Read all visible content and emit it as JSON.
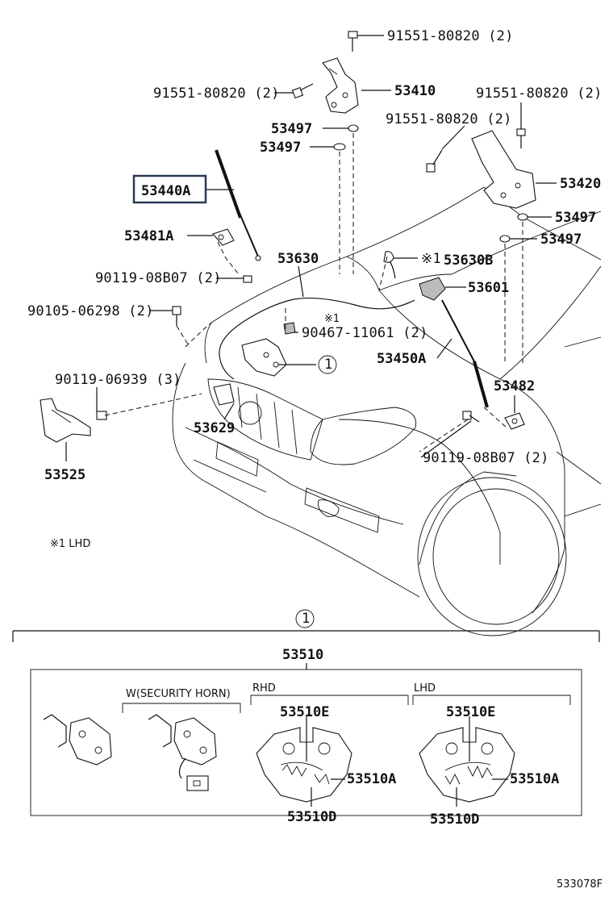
{
  "labels": {
    "bolt_top": "91551-80820 (2)",
    "bolt_left": "91551-80820 (2)",
    "bolt_right_top": "91551-80820 (2)",
    "bolt_right_mid": "91551-80820 (2)",
    "hinge_left": "53410",
    "hinge_right": "53420",
    "washer_1": "53497",
    "washer_2": "53497",
    "washer_3": "53497",
    "washer_4": "53497",
    "support_left": "53440A",
    "bracket_left": "53481A",
    "bolt_90119_left": "90119-08B07 (2)",
    "bolt_90105": "90105-06298 (2)",
    "bolt_90119_06939": "90119-06939 (3)",
    "cable": "53630",
    "clamp": "53630B",
    "clamp_mark": "※1",
    "lever": "53601",
    "clip_mark": "※1",
    "clip": "90467-11061 (2)",
    "support_right": "53450A",
    "bracket_right": "53482",
    "bolt_90119_right": "90119-08B07 (2)",
    "cover": "53525",
    "guide": "53629",
    "ref_one": "①",
    "footnote": "※1 LHD",
    "group_ref": "①",
    "lock_assy": "53510",
    "security_horn": "W(SECURITY HORN)",
    "rhd": "RHD",
    "lhd": "LHD",
    "rhd_e": "53510E",
    "rhd_a": "53510A",
    "rhd_d": "53510D",
    "lhd_e": "53510E",
    "lhd_a": "53510A",
    "lhd_d": "53510D",
    "diagram_id": "533078F"
  },
  "colors": {
    "line": "#111111",
    "highlight_box": "#2b3a55",
    "background": "#ffffff"
  }
}
